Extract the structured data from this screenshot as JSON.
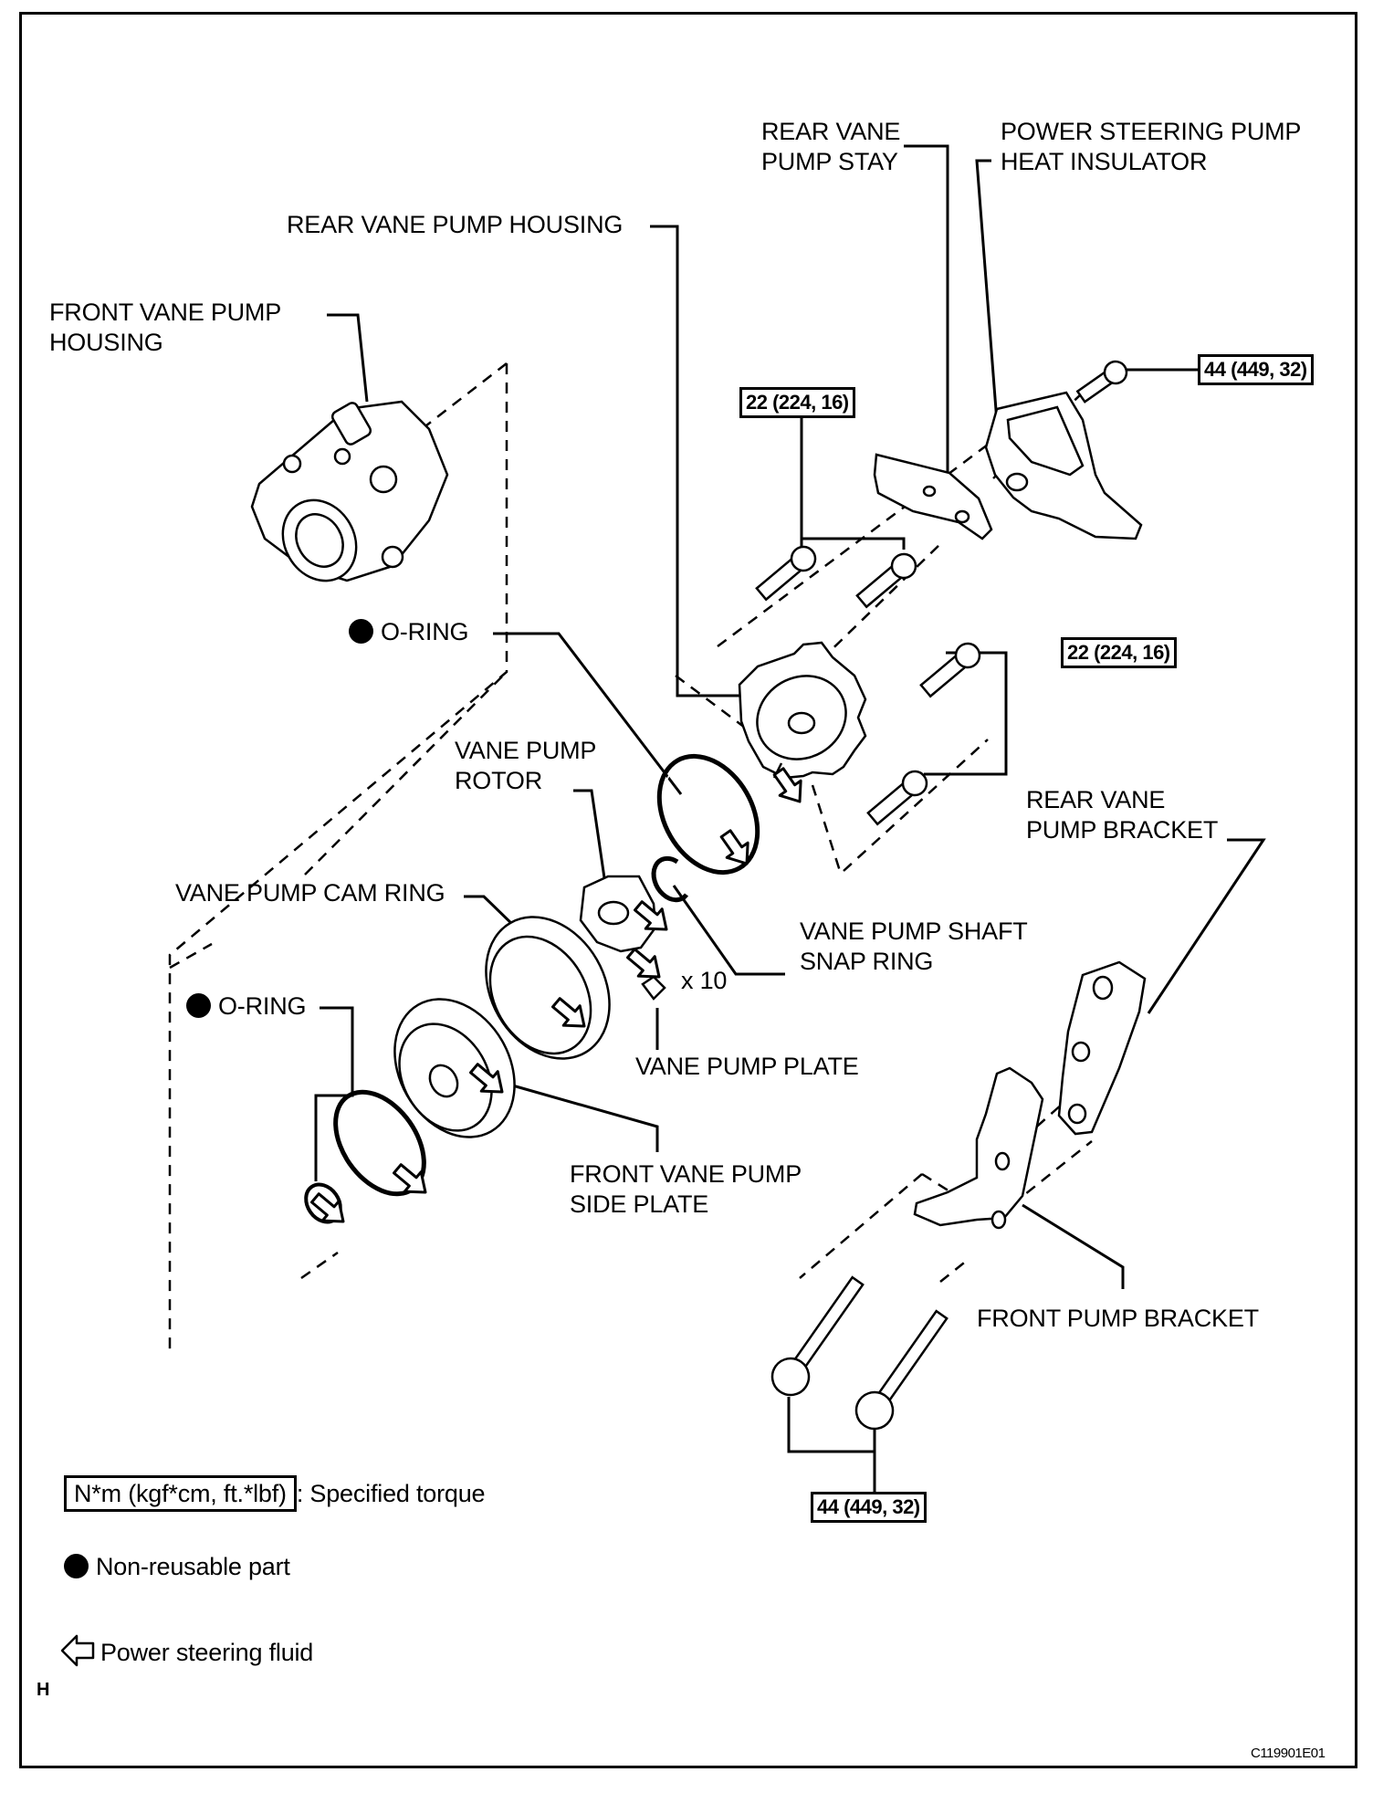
{
  "diagram": {
    "type": "exploded-parts-view",
    "subject": "power steering vane pump",
    "figure_code": "C119901E01",
    "section_mark": "H"
  },
  "labels": {
    "rear_vane_pump_stay": "REAR VANE\nPUMP STAY",
    "heat_insulator": "POWER STEERING PUMP\nHEAT INSULATOR",
    "rear_vane_pump_housing": "REAR VANE PUMP HOUSING",
    "front_vane_pump_housing": "FRONT VANE PUMP\nHOUSING",
    "o_ring_upper": "O-RING",
    "vane_pump_rotor": "VANE PUMP\nROTOR",
    "vane_pump_cam_ring": "VANE PUMP CAM RING",
    "vane_pump_shaft_snap_ring": "VANE PUMP SHAFT\nSNAP RING",
    "vane_plate_qty": "x 10",
    "vane_pump_plate": "VANE PUMP PLATE",
    "o_ring_lower": "O-RING",
    "front_vane_pump_side_plate": "FRONT VANE PUMP\nSIDE PLATE",
    "rear_vane_pump_bracket": "REAR VANE\nPUMP BRACKET",
    "front_pump_bracket": "FRONT PUMP BRACKET"
  },
  "torques": {
    "heat_insulator_bolt": "44 (449, 32)",
    "stay_bolts": "22 (224, 16)",
    "housing_bolts": "22 (224, 16)",
    "bracket_bolts": "44 (449, 32)"
  },
  "legend": {
    "torque_units": "N*m (kgf*cm, ft.*lbf)",
    "torque_desc": ": Specified torque",
    "non_reusable": "Non-reusable part",
    "fluid": "Power steering fluid"
  },
  "icons": {
    "non_reusable": "filled-circle",
    "fluid": "hollow-arrow-left"
  }
}
